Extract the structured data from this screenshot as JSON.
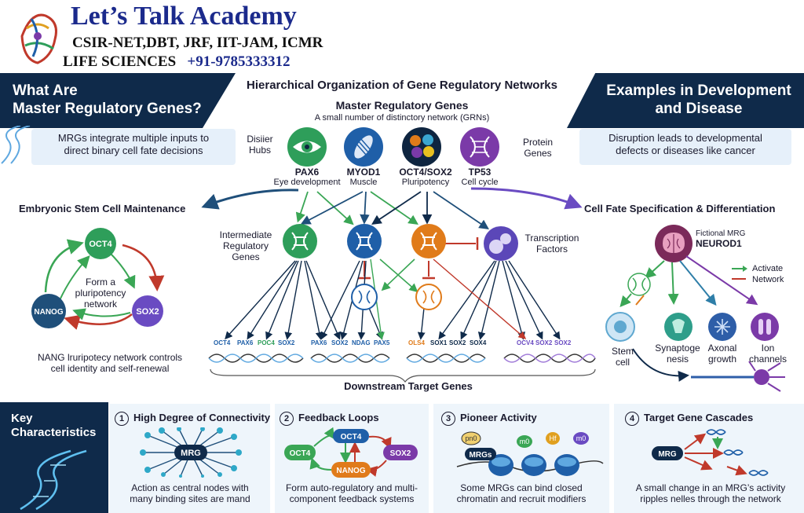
{
  "brand": {
    "title": "Let’s Talk Academy",
    "line1": "CSIR-NET,DBT, JRF, IIT-JAM, ICMR",
    "line2_prefix": "LIFE SCIENCES",
    "phone": "+91-9785333312"
  },
  "left_banner": {
    "title_line1": "What Are",
    "title_line2": "Master Regulatory Genes?",
    "info_line1": "MRGs integrate multiple inputs to",
    "info_line2": "direct binary cell fate decisions"
  },
  "right_banner": {
    "title_line1": "Examples in Development",
    "title_line2": "and Disease",
    "info_line1": "Disruption leads to developmental",
    "info_line2": "defects or diseases like cancer"
  },
  "diagram": {
    "title": "Hierarchical Organization of Gene Regulatory Networks",
    "mrg_title": "Master Regulatory Genes",
    "mrg_subtitle": "A small number of distinctory network (GRNs)",
    "left_label_1": "Disiier",
    "left_label_2": "Hubs",
    "right_label_1": "Protein",
    "right_label_2": "Genes",
    "genes": [
      {
        "name": "PAX6",
        "sub": "Eye development",
        "color": "#2e9e5a"
      },
      {
        "name": "MYOD1",
        "sub": "Muscle",
        "color": "#1f5fa8"
      },
      {
        "name": "OCT4/SOX2",
        "sub": "Pluripotency",
        "color": "#0e2540"
      },
      {
        "name": "TP53",
        "sub": "Cell cycle",
        "color": "#7b3aa8"
      }
    ],
    "intermediate_label_1": "Intermediate",
    "intermediate_label_2": "Regulatory",
    "intermediate_label_3": "Genes",
    "tf_label_1": "Transcription",
    "tf_label_2": "Factors",
    "downstream_label": "Downstream Target Genes",
    "target_groups": [
      [
        "OCT4",
        "PAX6",
        "POC4",
        "SOX2"
      ],
      [
        "PAX6",
        "SOX2",
        "NDAG",
        "PAX5"
      ],
      [
        "OLS4",
        "SOX1",
        "SOX2",
        "SOX4"
      ],
      [
        "OCV4",
        "SOX2",
        "SOX2"
      ]
    ]
  },
  "esc": {
    "heading": "Embryonic Stem Cell Maintenance",
    "nodes": [
      "OCT4",
      "SOX2",
      "NANOG"
    ],
    "center_line1": "Form a",
    "center_line2": "pluripotency",
    "center_line3": "network",
    "caption_line1": "NANG lruripotecy network controls",
    "caption_line2": "cell identity and self-renewal"
  },
  "fate": {
    "heading": "Cell Fate Specification & Differentiation",
    "mrg_label": "Fictional MRG",
    "mrg_name": "NEUROD1",
    "legend_activate": "Activate",
    "legend_network": "Network",
    "outcomes": [
      {
        "line1": "Stem",
        "line2": "cell"
      },
      {
        "line1": "Synaptoge",
        "line2": "nesis"
      },
      {
        "line1": "Axonal",
        "line2": "growth"
      },
      {
        "line1": "Ion",
        "line2": "channels"
      }
    ]
  },
  "key": {
    "title_line1": "Key",
    "title_line2": "Characteristics",
    "cards": [
      {
        "num": "1",
        "title": "High Degree of Connectivity",
        "center": "MRG",
        "foot1": "Action as central nodes with",
        "foot2": "many binding sites are mand"
      },
      {
        "num": "2",
        "title": "Feedback Loops",
        "nodes": [
          "OCT4",
          "OCT4",
          "SOX2",
          "NANOG"
        ],
        "foot1": "Form auto-regulatory and multi-",
        "foot2": "component feedback systems"
      },
      {
        "num": "3",
        "title": "Pioneer Activity",
        "tags": [
          "pn0",
          "m0",
          "Hf",
          "m0"
        ],
        "mrgs": "MRGs",
        "foot1": "Some MRGs can bind closed",
        "foot2": "chromatin and recruit modifiers"
      },
      {
        "num": "4",
        "title": "Target Gene Cascades",
        "center": "MRG",
        "foot1": "A small change in an MRG’s activity",
        "foot2": "ripples nelles through the network"
      }
    ]
  },
  "colors": {
    "navy": "#0f2a4a",
    "green": "#3aa655",
    "blue": "#1f5fa8",
    "orange": "#e07b1a",
    "purple": "#6a4bc2",
    "red": "#c0392b"
  }
}
